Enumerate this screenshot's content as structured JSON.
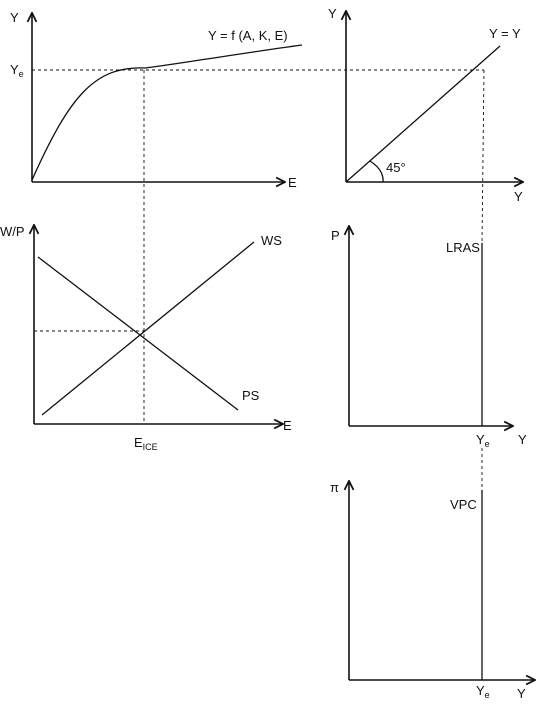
{
  "panels": {
    "production": {
      "y_axis": "Y",
      "x_axis": "E",
      "curve_label": "Y = f (A, K, E)",
      "ye_main": "Y",
      "ye_sub": "e"
    },
    "identity": {
      "y_axis": "Y",
      "x_axis": "Y",
      "line_label": "Y = Y",
      "angle_label": "45°"
    },
    "labour": {
      "y_axis": "W/P",
      "x_axis": "E",
      "ws_label": "WS",
      "ps_label": "PS",
      "eice_main": "E",
      "eice_sub": "ICE"
    },
    "lras": {
      "y_axis": "P",
      "x_axis": "Y",
      "line_label": "LRAS",
      "ye_main": "Y",
      "ye_sub": "e"
    },
    "vpc": {
      "y_axis": "π",
      "x_axis": "Y",
      "line_label": "VPC",
      "ye_main": "Y",
      "ye_sub": "e"
    }
  }
}
